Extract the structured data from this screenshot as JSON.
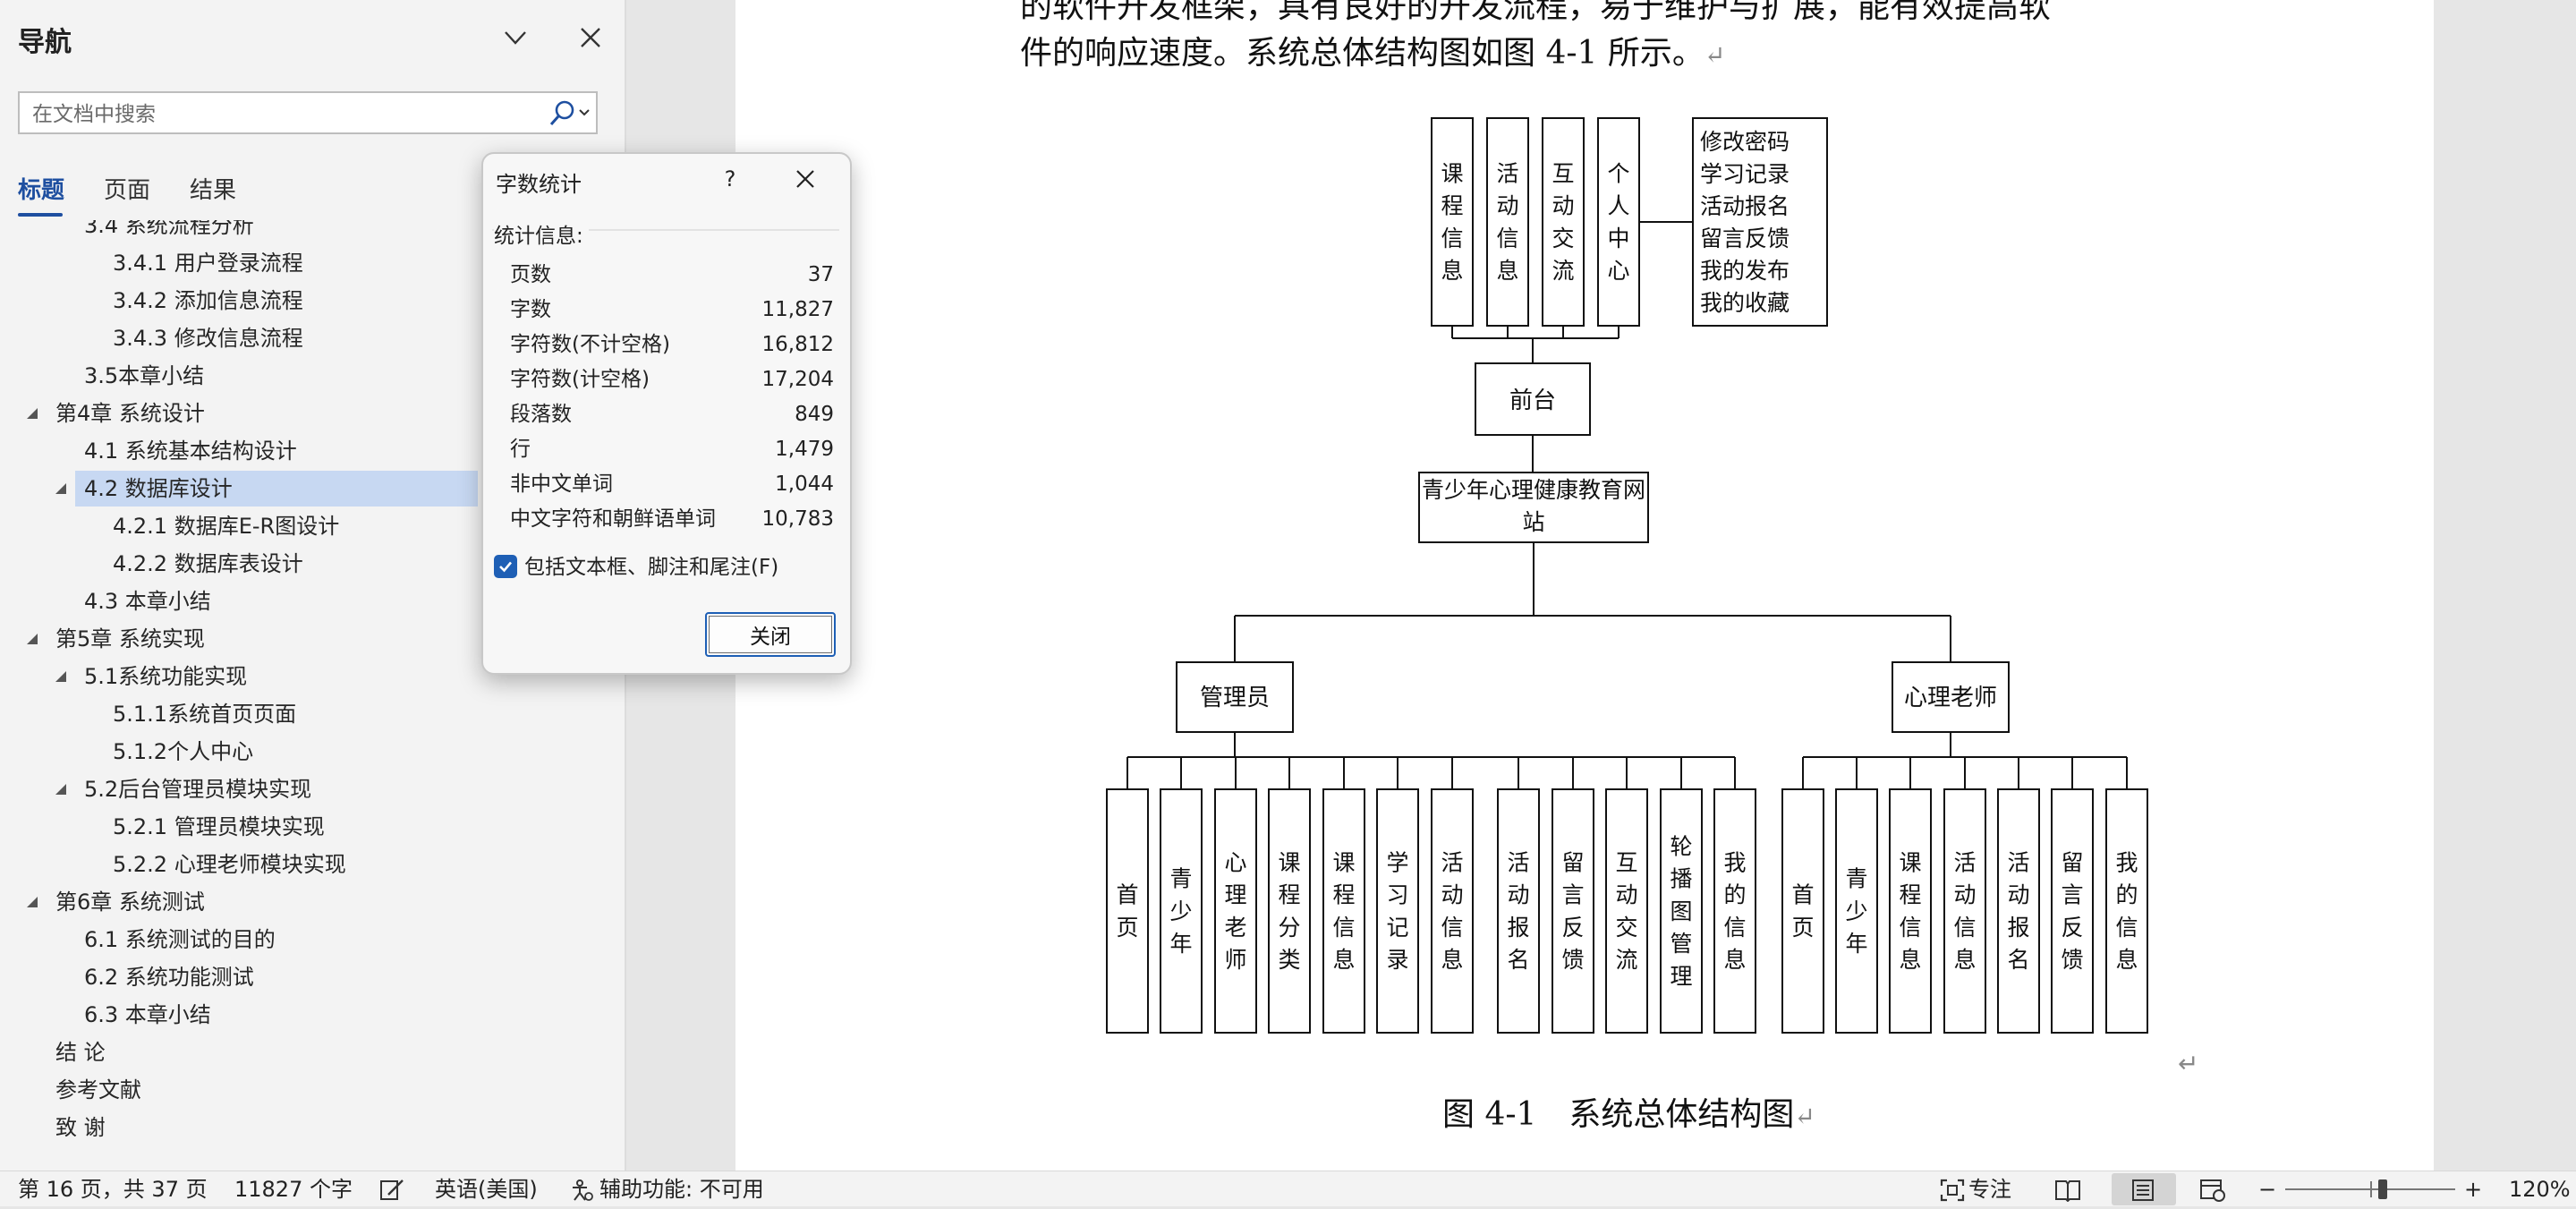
{
  "nav": {
    "title": "导航",
    "search_placeholder": "在文档中搜索",
    "tabs": [
      "标题",
      "页面",
      "结果"
    ],
    "outline": [
      {
        "text": "3.4 系统流程分析",
        "level": 2,
        "tri": "none"
      },
      {
        "text": "3.4.1 用户登录流程",
        "level": 3,
        "tri": "none"
      },
      {
        "text": "3.4.2 添加信息流程",
        "level": 3,
        "tri": "none"
      },
      {
        "text": "3.4.3 修改信息流程",
        "level": 3,
        "tri": "none"
      },
      {
        "text": "3.5本章小结",
        "level": 2,
        "tri": "none"
      },
      {
        "text": "第4章 系统设计",
        "level": 1,
        "tri": "open"
      },
      {
        "text": "4.1 系统基本结构设计",
        "level": 2,
        "tri": "none"
      },
      {
        "text": "4.2 数据库设计",
        "level": 2,
        "tri": "open",
        "selected": true
      },
      {
        "text": "4.2.1 数据库E-R图设计",
        "level": 3,
        "tri": "none"
      },
      {
        "text": "4.2.2 数据库表设计",
        "level": 3,
        "tri": "none"
      },
      {
        "text": "4.3 本章小结",
        "level": 2,
        "tri": "none"
      },
      {
        "text": "第5章 系统实现",
        "level": 1,
        "tri": "open"
      },
      {
        "text": "5.1系统功能实现",
        "level": 2,
        "tri": "open"
      },
      {
        "text": "5.1.1系统首页页面",
        "level": 3,
        "tri": "none"
      },
      {
        "text": "5.1.2个人中心",
        "level": 3,
        "tri": "none"
      },
      {
        "text": "5.2后台管理员模块实现",
        "level": 2,
        "tri": "open"
      },
      {
        "text": "5.2.1 管理员模块实现",
        "level": 3,
        "tri": "none"
      },
      {
        "text": "5.2.2 心理老师模块实现",
        "level": 3,
        "tri": "none"
      },
      {
        "text": "第6章 系统测试",
        "level": 1,
        "tri": "open"
      },
      {
        "text": "6.1 系统测试的目的",
        "level": 2,
        "tri": "none"
      },
      {
        "text": "6.2 系统功能测试",
        "level": 2,
        "tri": "none"
      },
      {
        "text": "6.3 本章小结",
        "level": 2,
        "tri": "none"
      },
      {
        "text": "结 论",
        "level": 1,
        "tri": "none"
      },
      {
        "text": "参考文献",
        "level": 1,
        "tri": "none"
      },
      {
        "text": "致 谢",
        "level": 1,
        "tri": "none"
      }
    ]
  },
  "document": {
    "top_line_partial": "的软件开发框架，具有良好的开发流程，易于维护与扩展，能有效提高软",
    "paragraph_line": "件的响应速度。系统总体结构图如图 4-1 所示。",
    "return_mark": "↵",
    "caption": "图 4-1　系统总体结构图",
    "diagram": {
      "root": "青少年心理健康教育网站",
      "front": "前台",
      "front_children": [
        "课程信息",
        "活动信息",
        "互动交流",
        "个人中心"
      ],
      "personal_center_items": [
        "修改密码",
        "学习记录",
        "活动报名",
        "留言反馈",
        "我的发布",
        "我的收藏"
      ],
      "admin": "管理员",
      "admin_children": [
        "首页",
        "青少年",
        "心理老师",
        "课程分类",
        "课程信息",
        "学习记录",
        "活动信息",
        "活动报名",
        "留言反馈",
        "互动交流",
        "轮播图管理",
        "我的信息"
      ],
      "teacher": "心理老师",
      "teacher_children": [
        "首页",
        "青少年",
        "课程信息",
        "活动信息",
        "活动报名",
        "留言反馈",
        "我的信息"
      ]
    }
  },
  "dialog": {
    "title": "字数统计",
    "help": "?",
    "stats_label": "统计信息:",
    "rows": [
      {
        "label": "页数",
        "value": "37"
      },
      {
        "label": "字数",
        "value": "11,827"
      },
      {
        "label": "字符数(不计空格)",
        "value": "16,812"
      },
      {
        "label": "字符数(计空格)",
        "value": "17,204"
      },
      {
        "label": "段落数",
        "value": "849"
      },
      {
        "label": "行",
        "value": "1,479"
      },
      {
        "label": "非中文单词",
        "value": "1,044"
      },
      {
        "label": "中文字符和朝鲜语单词",
        "value": "10,783"
      }
    ],
    "checkbox_label": "包括文本框、脚注和尾注(F)",
    "checkbox_checked": true,
    "close_label": "关闭"
  },
  "status": {
    "page": "第 16 页，共 37 页",
    "words": "11827 个字",
    "language": "英语(美国)",
    "accessibility": "辅助功能: 不可用",
    "focus": "专注",
    "zoom": "120%",
    "zoom_level": 120
  },
  "colors": {
    "accent": "#1e4fa0",
    "selected_bg": "#c7d8f2",
    "checkbox": "#1e5fb5"
  }
}
